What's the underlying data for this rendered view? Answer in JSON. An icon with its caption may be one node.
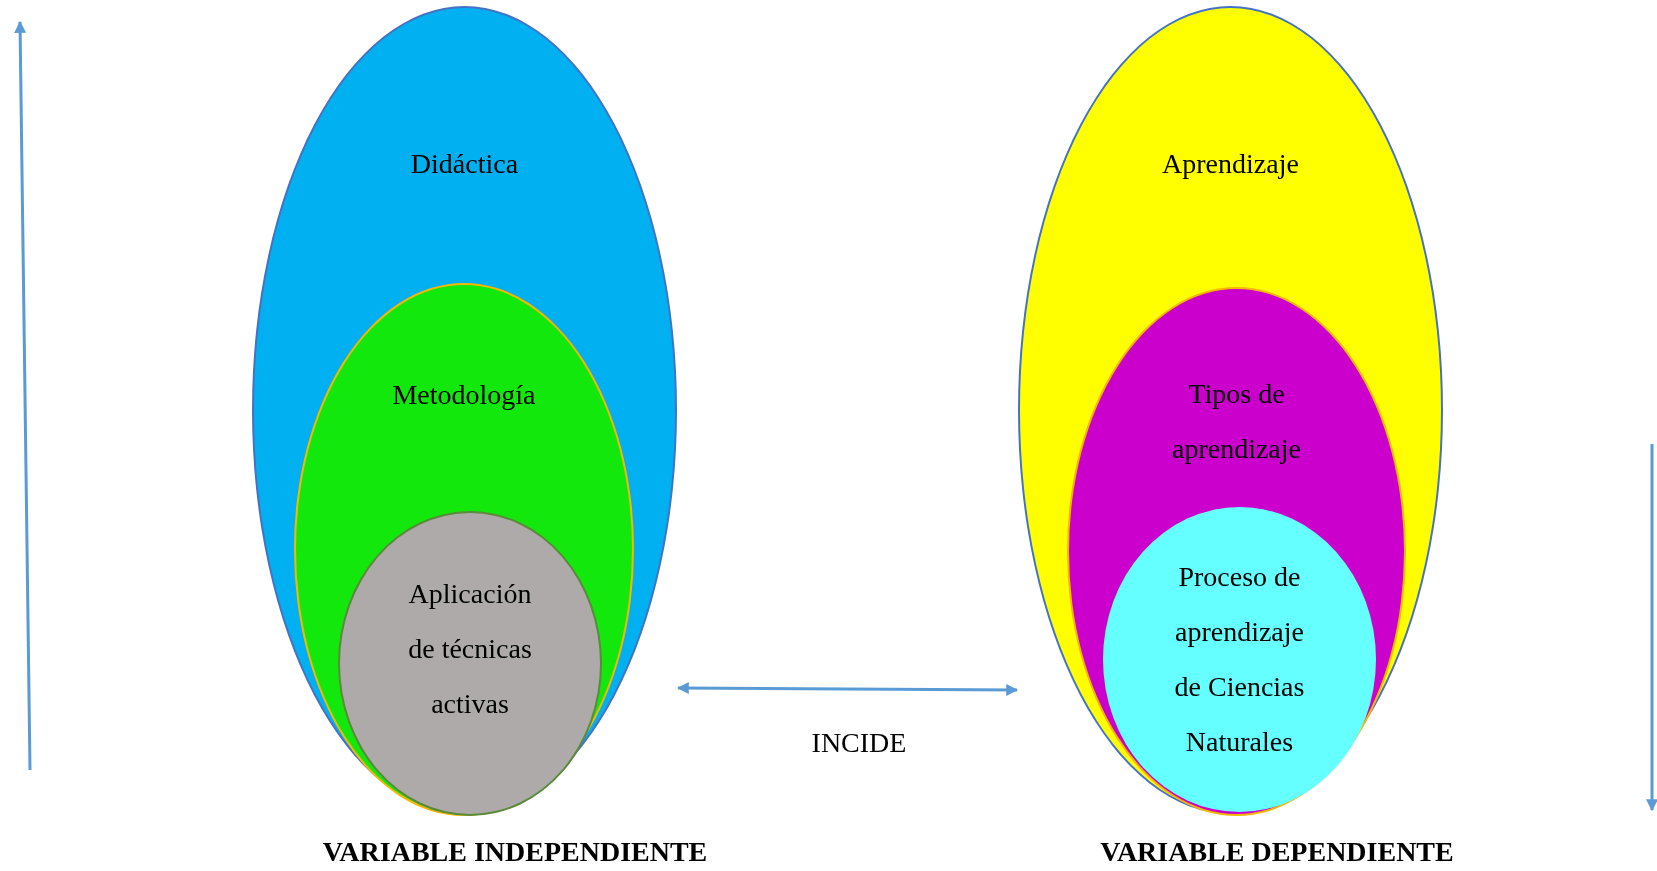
{
  "diagram": {
    "nodes": [
      {
        "text": [
          "Didáctica"
        ]
      },
      {
        "text": [
          "Metodología"
        ],
        "in": 0
      },
      {
        "text": [
          "Aplicación de técnicas activas"
        ],
        "in": 1
      },
      {
        "text": [
          "Aprendizaje"
        ]
      },
      {
        "text": [
          "Tipos de aprendizaje"
        ],
        "in": 3
      },
      {
        "text": [
          "Proceso de aprendizaje de Ciencias Naturales"
        ],
        "in": 4
      }
    ],
    "edges": [
      {
        "from": 0,
        "to": 3,
        "arrow": "both",
        "label": "INCIDE"
      }
    ],
    "labels": [
      "VARIABLE INDEPENDIENTE",
      "VARIABLE DEPENDIENTE"
    ]
  }
}
